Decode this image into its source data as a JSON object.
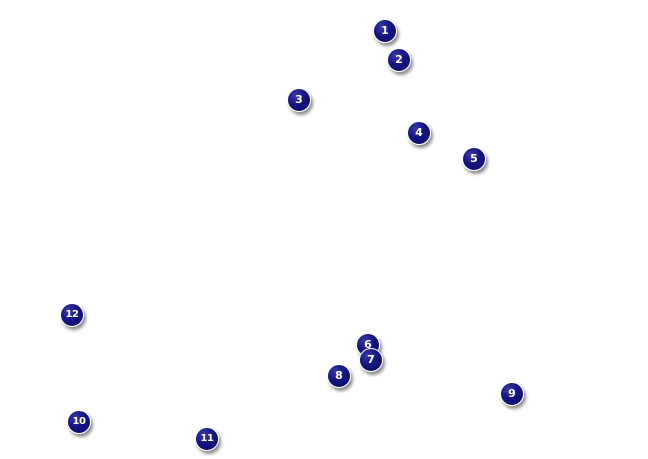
{
  "markers": [
    {
      "label": "1"
    },
    {
      "label": "2"
    },
    {
      "label": "3"
    },
    {
      "label": "4"
    },
    {
      "label": "5"
    },
    {
      "label": "6"
    },
    {
      "label": "7"
    },
    {
      "label": "8"
    },
    {
      "label": "9"
    },
    {
      "label": "10"
    },
    {
      "label": "11"
    },
    {
      "label": "12"
    }
  ],
  "colors": {
    "marker_fill": "#141480",
    "marker_border": "#ffffff",
    "background": "#ffffff"
  }
}
